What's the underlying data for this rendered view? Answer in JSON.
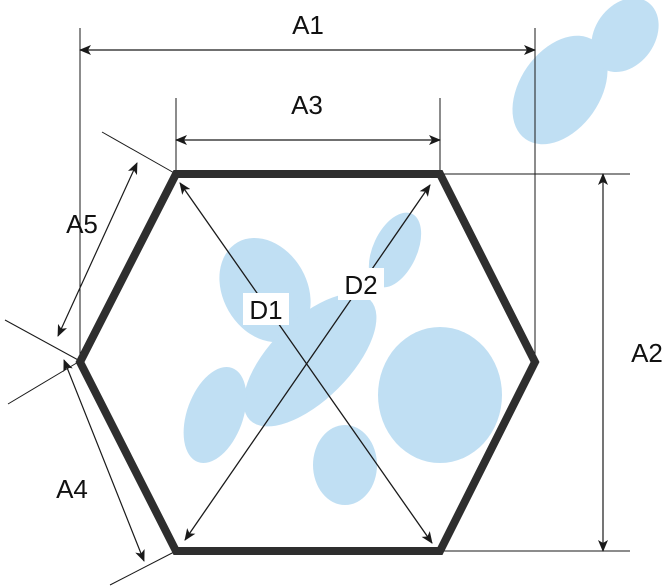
{
  "diagram": {
    "labels": {
      "a1": "A1",
      "a2": "A2",
      "a3": "A3",
      "a4": "A4",
      "a5": "A5",
      "d1": "D1",
      "d2": "D2"
    },
    "colors": {
      "outline": "#2e2e2e",
      "lines": "#1a1a1a",
      "watermark": "#4aa3dc"
    }
  }
}
